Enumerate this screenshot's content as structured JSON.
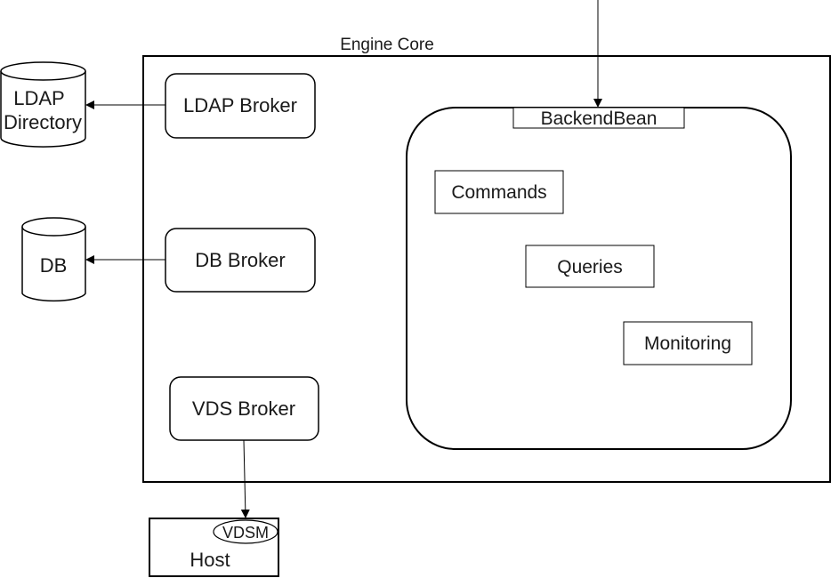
{
  "engine_core": {
    "label": "Engine Core"
  },
  "ldap_directory": {
    "line1": "LDAP",
    "line2": "Directory"
  },
  "db": {
    "label": "DB"
  },
  "ldap_broker": {
    "label": "LDAP Broker"
  },
  "db_broker": {
    "label": "DB Broker"
  },
  "vds_broker": {
    "label": "VDS Broker"
  },
  "backend": {
    "label": "BackendBean",
    "commands": "Commands",
    "queries": "Queries",
    "monitoring": "Monitoring"
  },
  "host": {
    "label": "Host",
    "vdsm": "VDSM"
  }
}
